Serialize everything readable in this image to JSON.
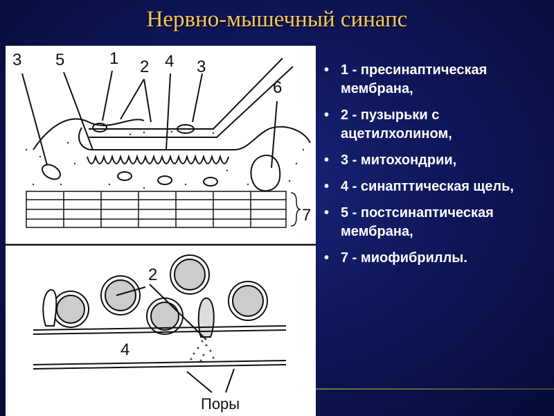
{
  "slide": {
    "title": "Нервно-мышечный синапс"
  },
  "figure": {
    "top_labels": [
      "3",
      "5",
      "1",
      "2",
      "4",
      "3",
      "6"
    ],
    "brace_label": "7",
    "bottom_label_2": "2",
    "bottom_label_4": "4",
    "pores_label": "Поры"
  },
  "legend": {
    "items": [
      "1 - пресинаптическая мембрана,",
      "2 - пузырьки с ацетилхолином,",
      "3 - митохондрии,",
      "4 - синапттическая щель,",
      "5 - постсинаптическая мембрана,",
      "7 - миофибриллы."
    ]
  },
  "colors": {
    "background": "#0f165a",
    "title": "#f4c95d",
    "text": "#ffffff"
  }
}
